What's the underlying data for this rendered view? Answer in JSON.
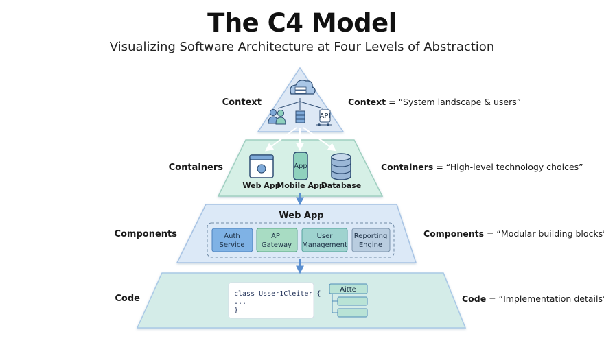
{
  "header": {
    "title": "The C4 Model",
    "subtitle": "Visualizing Software Architecture at Four Levels of Abstraction"
  },
  "levels": {
    "context": {
      "label": "Context",
      "desc_term": "Context",
      "desc_text": " = “System landscape & users”",
      "api_label": "API"
    },
    "containers": {
      "label": "Containers",
      "desc_term": "Containers",
      "desc_text": " = “High-level technology choices”",
      "items": [
        "Web App",
        "Mobile App",
        "Database"
      ],
      "phone_label": "App"
    },
    "components": {
      "label": "Components",
      "desc_term": "Components",
      "desc_text": " = “Modular building blocks”",
      "group_label": "Web App",
      "items": [
        {
          "line1": "Auth",
          "line2": "Service"
        },
        {
          "line1": "API",
          "line2": "Gateway"
        },
        {
          "line1": "User",
          "line2": "Management"
        },
        {
          "line1": "Reporting",
          "line2": "Engine"
        }
      ]
    },
    "code": {
      "label": "Code",
      "desc_term": "Code",
      "desc_text": " = “Implementation details”",
      "code_lines": [
        "class Usser1Cleiter {",
        "  ...",
        "}"
      ],
      "uml_label": "Aitte"
    }
  },
  "colors": {
    "context_fill": "#dde8f5",
    "containers_fill": "#d6f0e6",
    "components_fill": "#dce9f7",
    "code_fill": "#d4ece8",
    "comp_auth": "#7fb2e5",
    "comp_api": "#a8dcc3",
    "comp_user": "#9fd3cf",
    "comp_report": "#b9cde0"
  }
}
